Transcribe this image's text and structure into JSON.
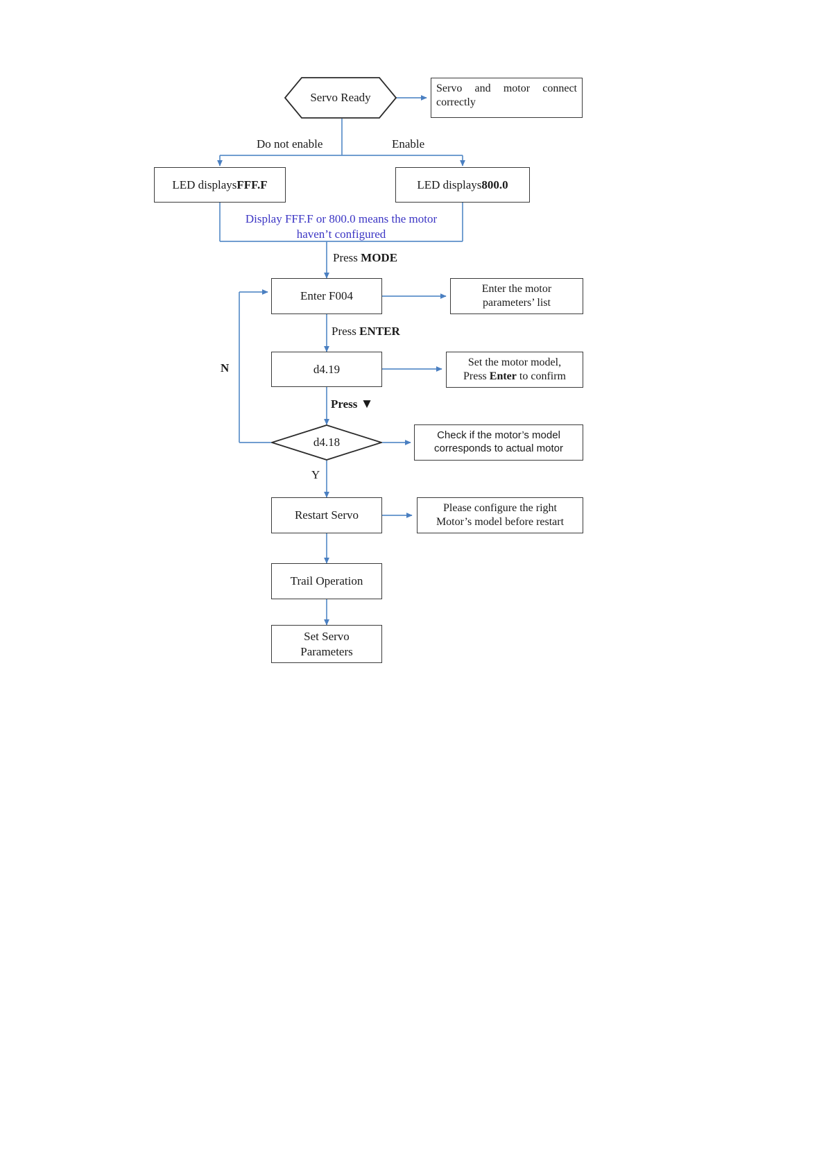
{
  "diagram": {
    "title": "Servo motor configuration flowchart",
    "colors": {
      "connector": "#5b8fc9",
      "outline": "#3a3a3a",
      "note_text": "#3b35c4",
      "background": "#ffffff"
    },
    "nodes": {
      "servo_ready": "Servo Ready",
      "servo_connect_note": "Servo and motor connect correctly",
      "led_fff_prefix": "LED displays ",
      "led_fff_value": "FFF.F",
      "led_800_prefix": "LED displays ",
      "led_800_value": "800.0",
      "display_note_line1": "Display FFF.F or 800.0 means the motor",
      "display_note_line2": "haven’t configured",
      "enter_f004": "Enter F004",
      "motor_param_list_line1": "Enter the motor",
      "motor_param_list_line2": "parameters’   list",
      "d419": "d4.19",
      "set_motor_model_line1": "Set the motor model,",
      "set_motor_model_line2_a": "Press ",
      "set_motor_model_line2_b": "Enter",
      "set_motor_model_line2_c": " to confirm",
      "d418": "d4.18",
      "check_model_line1": "Check if the motor’s model",
      "check_model_line2": "corresponds to actual motor",
      "restart_servo": "Restart Servo",
      "please_configure_line1": "Please configure the right",
      "please_configure_line2": "Motor’s model before restart",
      "trail_operation": "Trail Operation",
      "set_servo_params_line1": "Set Servo",
      "set_servo_params_line2": "Parameters"
    },
    "edge_labels": {
      "do_not_enable": "Do not enable",
      "enable": "Enable",
      "press_mode_a": "Press ",
      "press_mode_b": "MODE",
      "press_enter_a": "Press ",
      "press_enter_b": "ENTER",
      "press_down_a": "Press ",
      "press_down_b": "▼",
      "loop_no": "N",
      "branch_yes": "Y"
    }
  }
}
